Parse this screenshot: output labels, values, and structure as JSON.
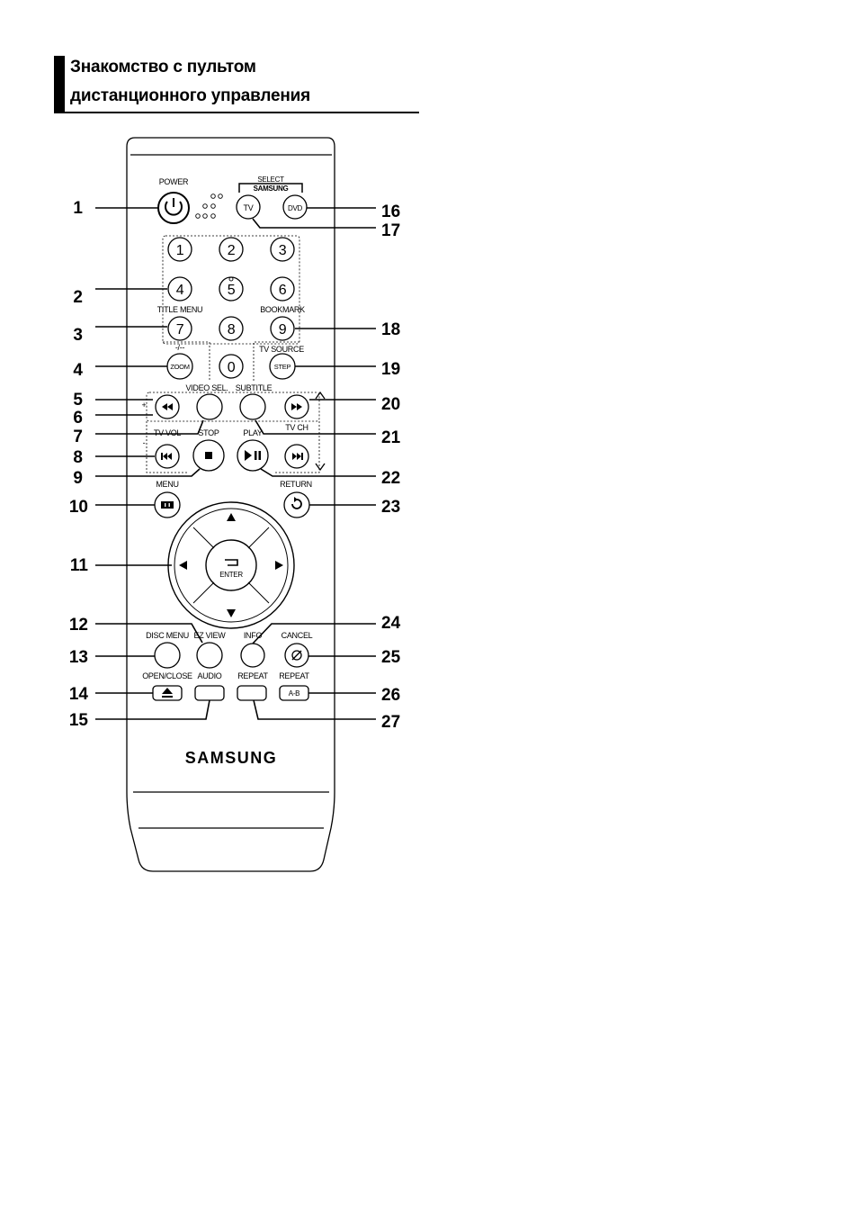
{
  "header": {
    "title_line1": "Знакомство с пультом",
    "title_line2": "дистанционного управления"
  },
  "remote": {
    "brand": "SAMSUNG",
    "select_label": "SELECT",
    "select_brand": "SAMSUNG",
    "power_label": "POWER",
    "tv_button": "TV",
    "dvd_button": "DVD",
    "digits": [
      "1",
      "2",
      "3",
      "4",
      "5",
      "6",
      "7",
      "8",
      "9",
      "0"
    ],
    "title_menu_label": "TITLE MENU",
    "bookmark_label": "BOOKMARK",
    "dash_label": "-/--",
    "zoom_button": "ZOOM",
    "tv_source_label": "TV SOURCE",
    "step_button": "STEP",
    "video_sel_label": "VIDEO SEL.",
    "subtitle_label": "SUBTITLE",
    "plus_label": "+",
    "minus_label": "-",
    "tv_vol_label": "TV VOL",
    "stop_label": "STOP",
    "play_label": "PLAY",
    "tv_ch_label": "TV CH",
    "menu_label": "MENU",
    "return_label": "RETURN",
    "enter_label": "ENTER",
    "disc_menu_label": "DISC MENU",
    "ez_view_label": "EZ VIEW",
    "info_label": "INFO",
    "cancel_label": "CANCEL",
    "open_close_label": "OPEN/CLOSE",
    "audio_label": "AUDIO",
    "repeat_label": "REPEAT",
    "repeat_ab_label": "REPEAT",
    "ab_button": "A-B"
  },
  "callouts": [
    "1",
    "2",
    "3",
    "4",
    "5",
    "6",
    "7",
    "8",
    "9",
    "10",
    "11",
    "12",
    "13",
    "14",
    "15",
    "16",
    "17",
    "18",
    "19",
    "20",
    "21",
    "22",
    "23",
    "24",
    "25",
    "26",
    "27"
  ]
}
